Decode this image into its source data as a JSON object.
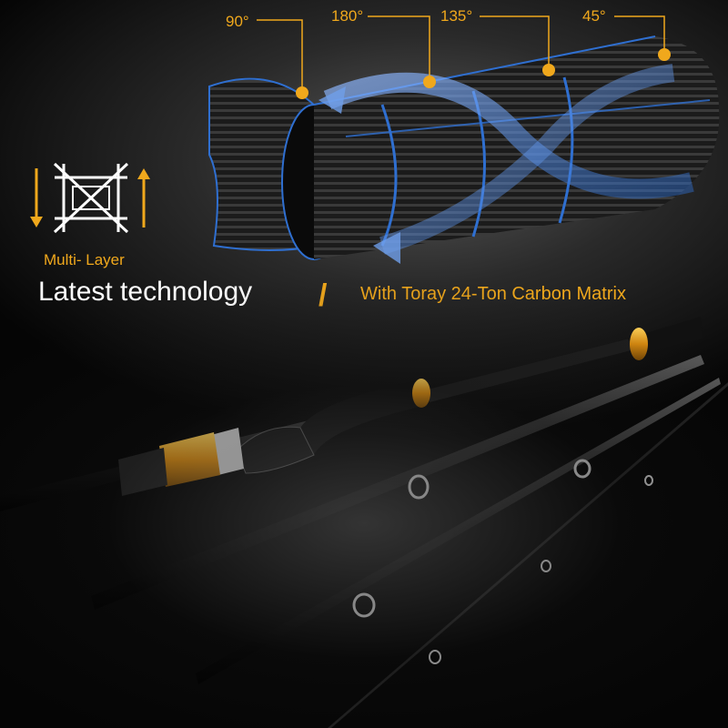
{
  "angles": [
    "90°",
    "180°",
    "135°",
    "45°"
  ],
  "icon_label": "Multi- Layer",
  "headline": "Latest technology",
  "separator": "/",
  "tagline": "With Toray 24-Ton Carbon Matrix",
  "colors": {
    "accent": "#f0a81c",
    "blue": "#2f6fd0",
    "white": "#ffffff"
  }
}
